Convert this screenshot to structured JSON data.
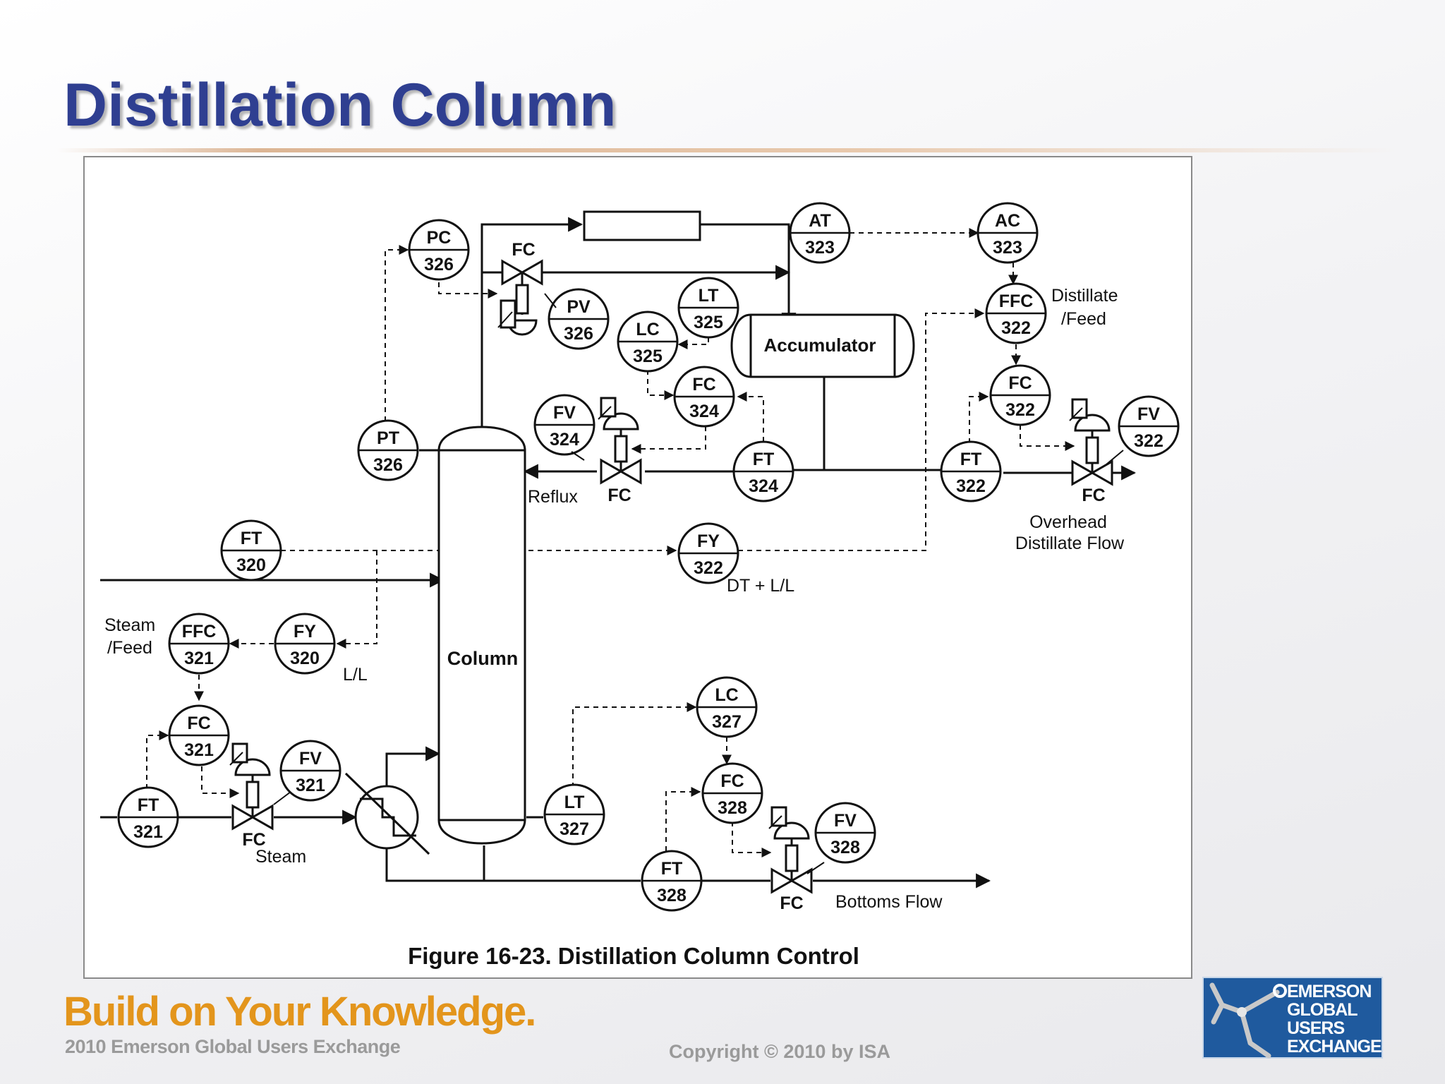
{
  "slide": {
    "title": "Distillation Column",
    "slogan": "Build on Your Knowledge.",
    "event": "2010 Emerson Global Users Exchange",
    "copyright": "Copyright © 2010 by ISA"
  },
  "logo": {
    "lines": [
      "EMERSON",
      "GLOBAL",
      "USERS",
      "EXCHANGE"
    ]
  },
  "diagram": {
    "caption": "Figure 16-23. Distillation Column Control",
    "equipment": {
      "column": "Column",
      "accumulator": "Accumulator"
    },
    "instruments": [
      {
        "id": "pc326",
        "tag": "PC",
        "num": "326"
      },
      {
        "id": "pv326",
        "tag": "PV",
        "num": "326"
      },
      {
        "id": "lt325",
        "tag": "LT",
        "num": "325"
      },
      {
        "id": "lc325",
        "tag": "LC",
        "num": "325"
      },
      {
        "id": "at323",
        "tag": "AT",
        "num": "323"
      },
      {
        "id": "ac323",
        "tag": "AC",
        "num": "323"
      },
      {
        "id": "ffc322",
        "tag": "FFC",
        "num": "322"
      },
      {
        "id": "fc322",
        "tag": "FC",
        "num": "322"
      },
      {
        "id": "fv322",
        "tag": "FV",
        "num": "322"
      },
      {
        "id": "ft322",
        "tag": "FT",
        "num": "322"
      },
      {
        "id": "fc324",
        "tag": "FC",
        "num": "324"
      },
      {
        "id": "fv324",
        "tag": "FV",
        "num": "324"
      },
      {
        "id": "ft324",
        "tag": "FT",
        "num": "324"
      },
      {
        "id": "pt326",
        "tag": "PT",
        "num": "326"
      },
      {
        "id": "ft320",
        "tag": "FT",
        "num": "320"
      },
      {
        "id": "fy322",
        "tag": "FY",
        "num": "322"
      },
      {
        "id": "ffc321",
        "tag": "FFC",
        "num": "321"
      },
      {
        "id": "fy320",
        "tag": "FY",
        "num": "320"
      },
      {
        "id": "fc321",
        "tag": "FC",
        "num": "321"
      },
      {
        "id": "fv321",
        "tag": "FV",
        "num": "321"
      },
      {
        "id": "ft321",
        "tag": "FT",
        "num": "321"
      },
      {
        "id": "lc327",
        "tag": "LC",
        "num": "327"
      },
      {
        "id": "fc328",
        "tag": "FC",
        "num": "328"
      },
      {
        "id": "fv328",
        "tag": "FV",
        "num": "328"
      },
      {
        "id": "lt327",
        "tag": "LT",
        "num": "327"
      },
      {
        "id": "ft328",
        "tag": "FT",
        "num": "328"
      }
    ],
    "valve_labels": {
      "top": "FC",
      "reflux": "FC",
      "distillate": "FC",
      "steam": "FC",
      "bottoms": "FC"
    },
    "stream_labels": {
      "reflux": "Reflux",
      "overhead_1": "Overhead",
      "overhead_2": "Distillate Flow",
      "distillate_feed_1": "Distillate",
      "distillate_feed_2": "/Feed",
      "steam_feed_1": "Steam",
      "steam_feed_2": "/Feed",
      "steam": "Steam",
      "bottoms": "Bottoms Flow",
      "dt_ll": "DT + L/L",
      "ll": "L/L"
    }
  }
}
